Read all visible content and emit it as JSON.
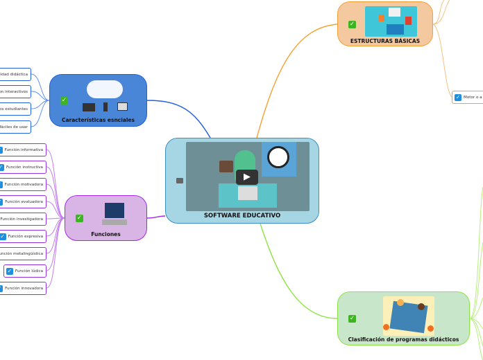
{
  "central": {
    "label": "SOFTWARE EDUCATIVO",
    "color": "#a6d6e4",
    "border": "#3c8ec6",
    "media": "play-video"
  },
  "branches": {
    "caracteristicas": {
      "label": "Características esnciales",
      "color": "#4a86d8",
      "border": "#1f5fe0",
      "items": [
        "lidad didáctica",
        "on interactivos",
        "os estudiantes",
        "fáciles de usar"
      ]
    },
    "funciones": {
      "label": "Funciones",
      "color": "#d9b5e6",
      "border": "#a328ee",
      "items": [
        "Función informativa",
        "Función instructiva",
        "Función motivadora",
        "Función evaluadora",
        "Función investigadora",
        "Función expresiva",
        "unción metalingüística",
        "Función lúdica",
        "Función innovadora"
      ]
    },
    "estructuras": {
      "label": "ESTRUCTURAS BÁSICAS",
      "color": "#f5c9a0",
      "border": "#f5a030",
      "items": [
        "Motor o a"
      ]
    },
    "clasificacion": {
      "label": "Clasificación de programas didácticos",
      "color": "#c8e6c9",
      "border": "#8ce442"
    }
  }
}
